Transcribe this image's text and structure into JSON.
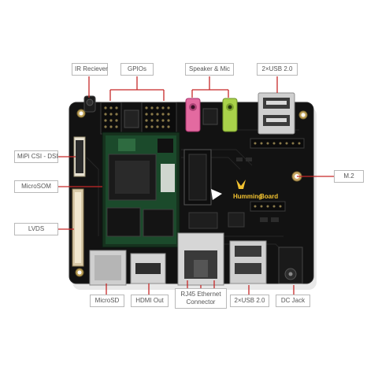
{
  "colors": {
    "callout_line": "#c62828",
    "callout_border": "#b9b9b9",
    "callout_text": "#555555",
    "pcb": "#121212",
    "brand_yellow": "#f2c230"
  },
  "callouts": {
    "ir_receiver": "IR Reciever",
    "gpios": "GPIOs",
    "speaker_mic": "Speaker & Mic",
    "usb_top": "2×USB 2.0",
    "mipi": "MiPi CSI - DSI",
    "microsom": "MicroSOM",
    "lvds": "LVDS",
    "m2": "M.2",
    "microsd": "MicroSD",
    "hdmi": "HDMI Out",
    "rj45_line1": "RJ45 Ethernet",
    "rj45_line2": "Connector",
    "usb_bottom": "2×USB 2.0",
    "dc_jack": "DC Jack"
  },
  "board": {
    "brand_line1": "Humming",
    "brand_line2": "Board"
  }
}
